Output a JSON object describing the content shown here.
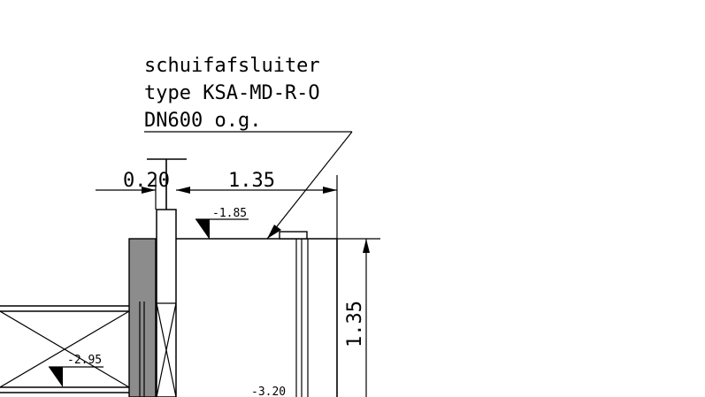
{
  "callout": {
    "line1": "schuifafsluiter",
    "line2": "type KSA-MD-R-O",
    "line3": "DN600 o.g."
  },
  "dimensions": {
    "wall_width": "0.20",
    "chamber_width": "1.35",
    "chamber_height": "1.35"
  },
  "levels": {
    "top": "-1.85",
    "pipe": "-2.95",
    "bottom": "-3.20"
  },
  "colors": {
    "ink": "#000000",
    "wall_fill": "#8c8c8c",
    "background": "#ffffff"
  }
}
